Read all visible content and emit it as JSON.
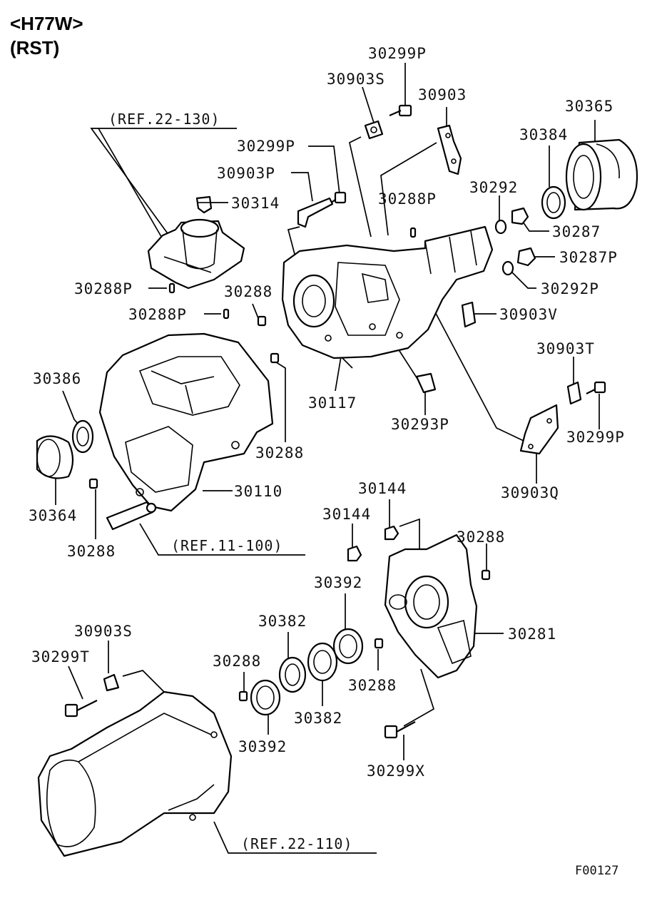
{
  "header": {
    "model": "<H77W>",
    "variant": "(RST)"
  },
  "drawing_code": "F00127",
  "references": {
    "ref_22_130": "(REF.22-130)",
    "ref_11_100": "(REF.11-100)",
    "ref_22_110": "(REF.22-110)"
  },
  "parts": {
    "p30299P_top": "30299P",
    "p30903S_top": "30903S",
    "p30903": "30903",
    "p30365": "30365",
    "p30384": "30384",
    "p30299P_mid": "30299P",
    "p30903P": "30903P",
    "p30314": "30314",
    "p30292": "30292",
    "p30288P_a": "30288P",
    "p30287": "30287",
    "p30287P": "30287P",
    "p30292P": "30292P",
    "p30288P_b": "30288P",
    "p30288_a": "30288",
    "p30288P_c": "30288P",
    "p30903V": "30903V",
    "p30903T": "30903T",
    "p30386": "30386",
    "p30117": "30117",
    "p30293P": "30293P",
    "p30299P_right": "30299P",
    "p30288_b": "30288",
    "p30364": "30364",
    "p30110": "30110",
    "p30903Q": "30903Q",
    "p30288_c": "30288",
    "p30144_a": "30144",
    "p30144_b": "30144",
    "p30288_d": "30288",
    "p30392_a": "30392",
    "p30382_a": "30382",
    "p30281": "30281",
    "p30903S_low": "30903S",
    "p30299T": "30299T",
    "p30288_e": "30288",
    "p30288_f": "30288",
    "p30382_b": "30382",
    "p30392_b": "30392",
    "p30299X": "30299X"
  }
}
